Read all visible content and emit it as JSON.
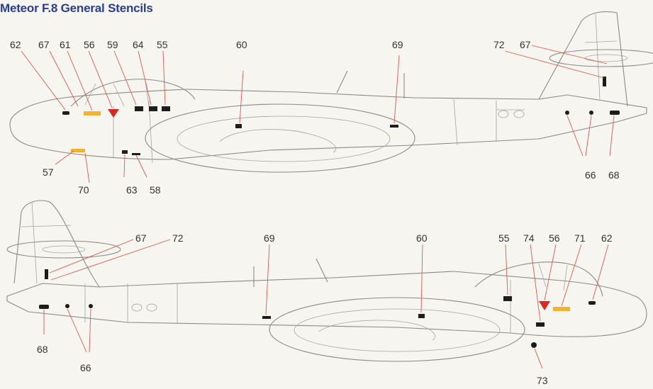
{
  "title": "Meteor F.8 General Stencils",
  "top_view": {
    "callouts": [
      "62",
      "67",
      "61",
      "56",
      "59",
      "64",
      "55",
      "60",
      "69",
      "72",
      "67",
      "66",
      "68",
      "57",
      "70",
      "63",
      "58"
    ]
  },
  "bottom_view": {
    "callouts": [
      "67",
      "72",
      "69",
      "60",
      "55",
      "74",
      "56",
      "71",
      "62",
      "68",
      "66",
      "73"
    ]
  },
  "colors": {
    "title": "#2a3d8f",
    "leader": "#d65a4e",
    "warning_triangle": "#d8281f",
    "yellow_stencil": "#f2b233",
    "outline": "#8a8a8a"
  }
}
